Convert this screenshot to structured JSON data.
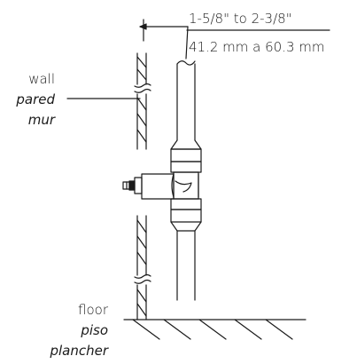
{
  "dimension": {
    "imperial": "1-5/8\" to 2-3/8\"",
    "metric": "41.2 mm a 60.3 mm"
  },
  "wall_label": {
    "en": "wall",
    "es": "pared",
    "fr": "mur"
  },
  "floor_label": {
    "en": "floor",
    "es": "piso",
    "fr": "plancher"
  }
}
